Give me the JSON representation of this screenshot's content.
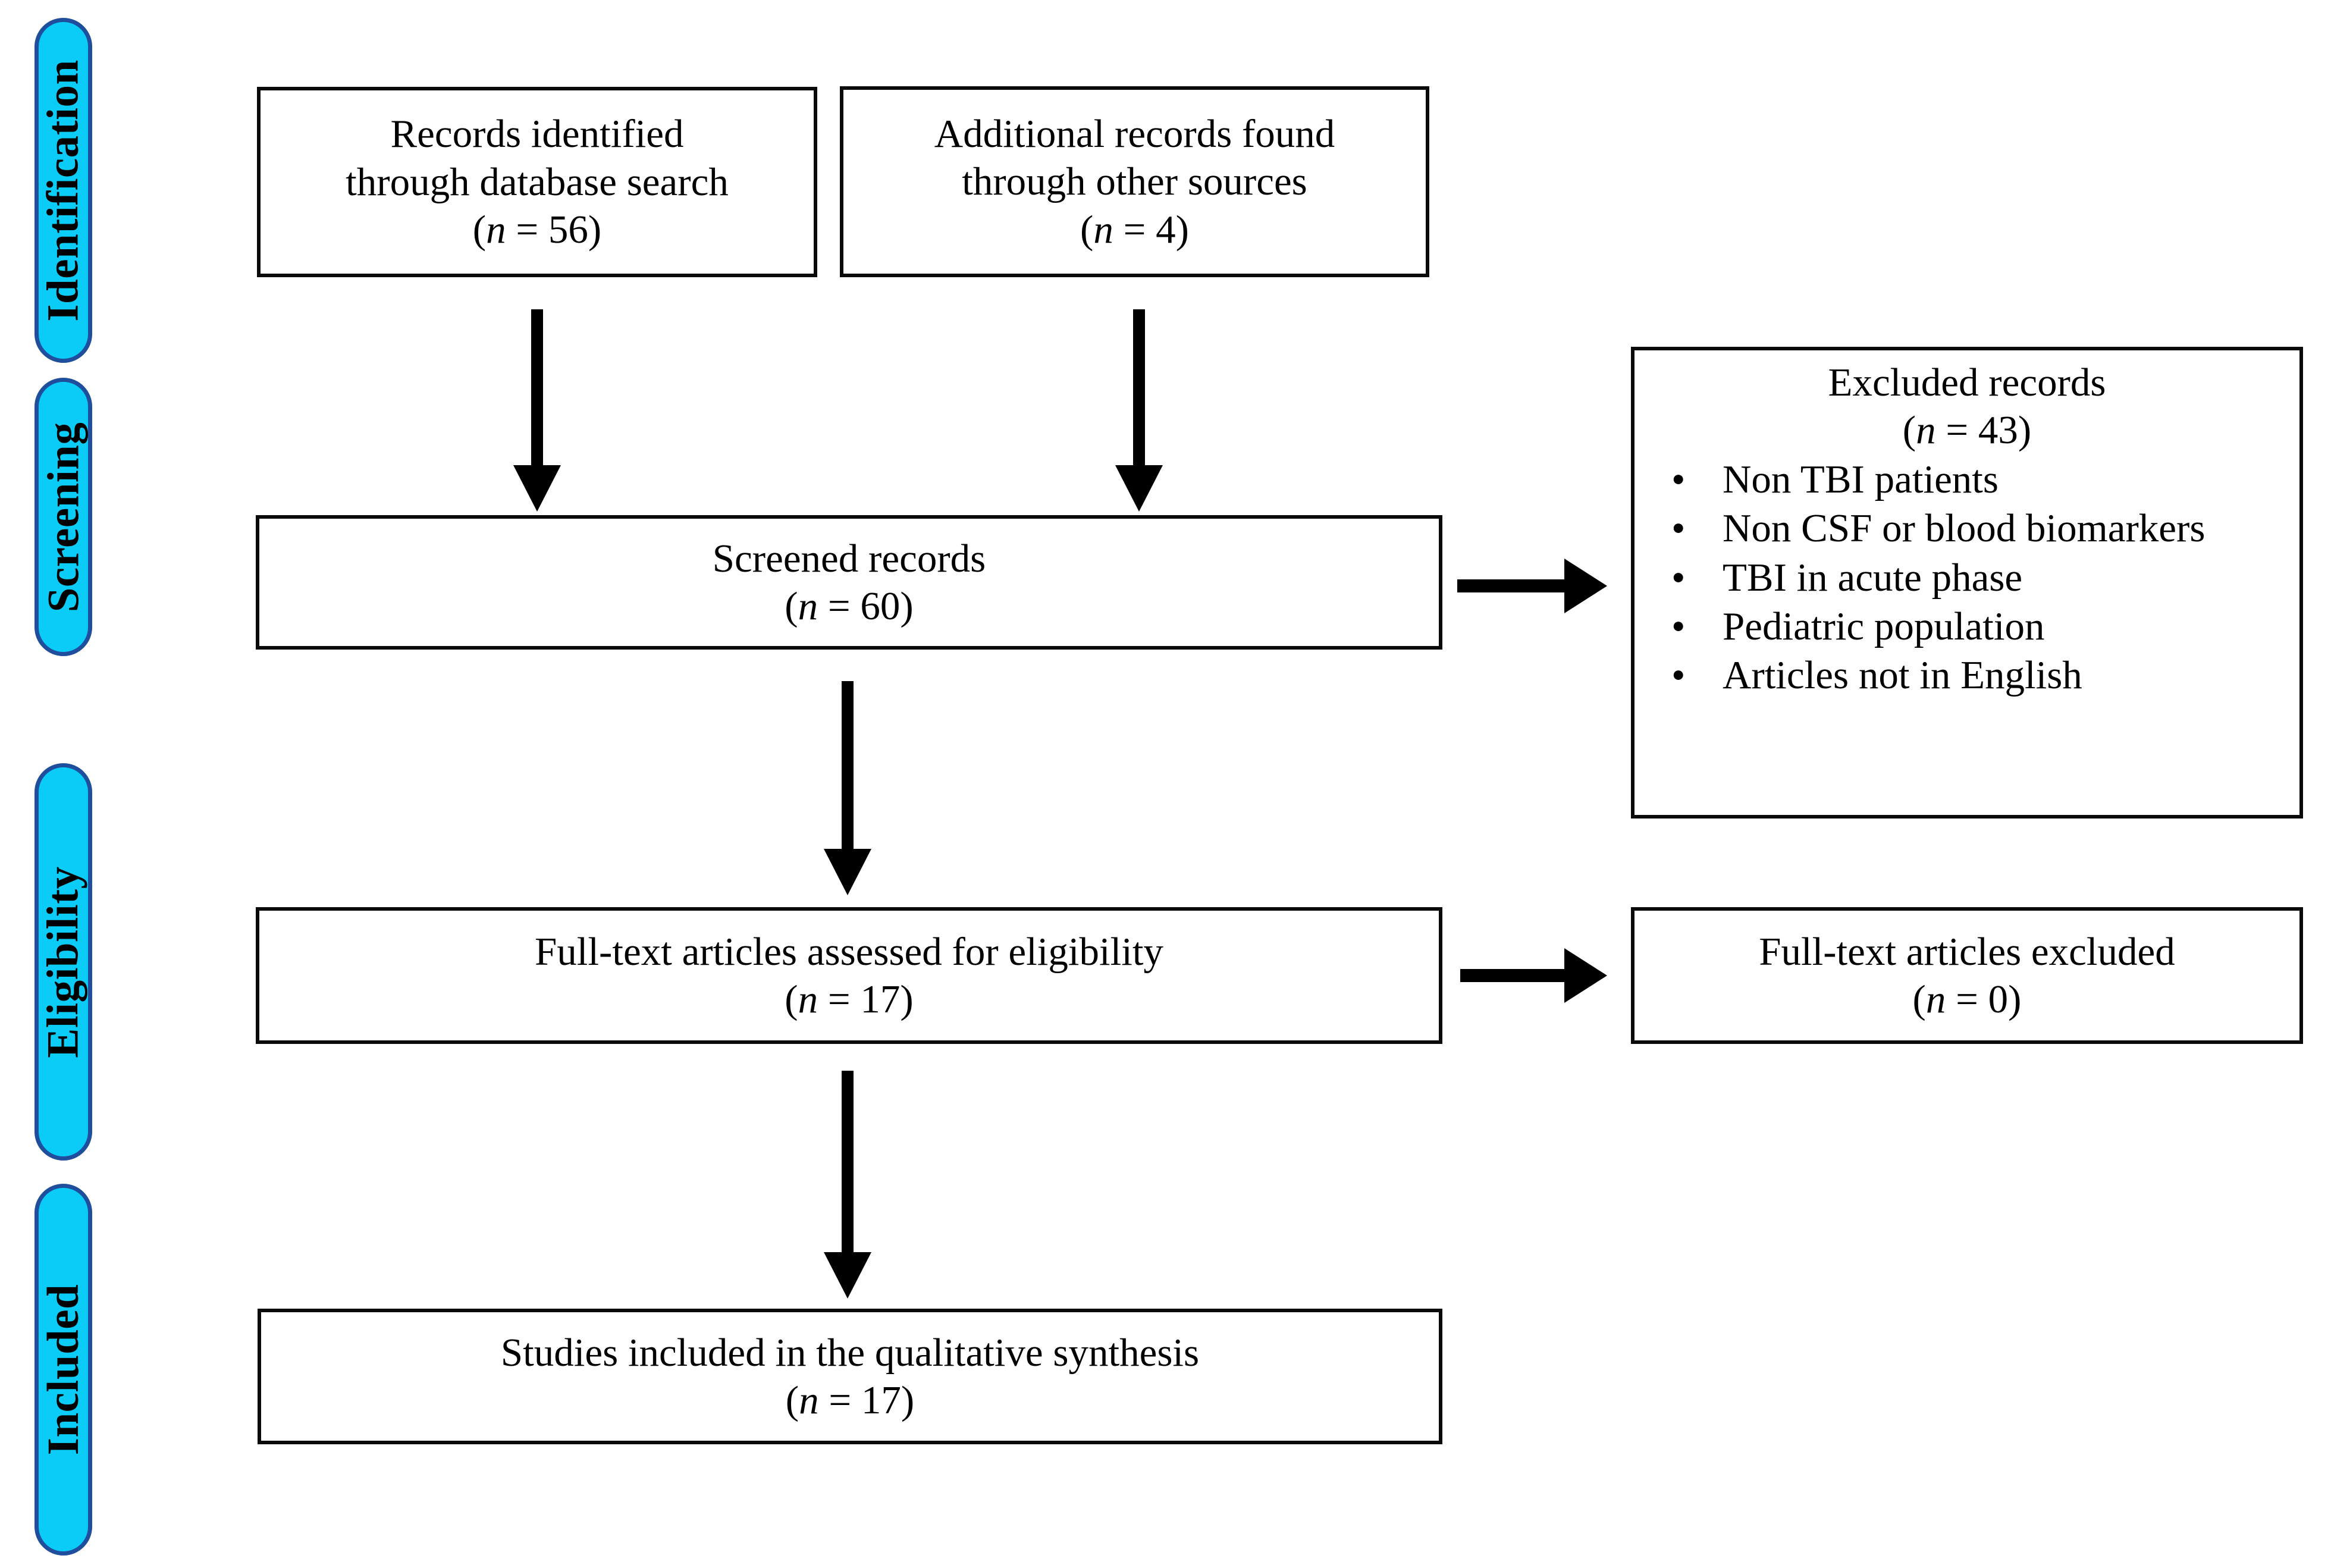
{
  "diagram": {
    "type": "prisma-flow-diagram",
    "colors": {
      "stage_fill": "#0ACCF7",
      "stage_border": "#1F4E9C",
      "box_border": "#0A0A0A",
      "box_fill": "#FFFFFF",
      "arrow": "#000000",
      "text": "#000000"
    }
  },
  "stages": [
    {
      "id": "identification",
      "label": "Identification"
    },
    {
      "id": "screening",
      "label": "Screening"
    },
    {
      "id": "eligibility",
      "label": "Eligibility"
    },
    {
      "id": "included",
      "label": "Included"
    }
  ],
  "boxes": {
    "records_db": {
      "line1": "Records identified",
      "line2": "through database search",
      "count_prefix": "(",
      "count_n": "n",
      "count_eq": " = ",
      "count_value": "56",
      "count_suffix": ")"
    },
    "records_other": {
      "line1": "Additional records found",
      "line2": "through other sources",
      "count_prefix": "(",
      "count_n": "n",
      "count_eq": " = ",
      "count_value": "4",
      "count_suffix": ")"
    },
    "screened": {
      "line1": "Screened records",
      "count_prefix": "(",
      "count_n": "n",
      "count_eq": " = ",
      "count_value": "60",
      "count_suffix": ")"
    },
    "excluded_records": {
      "heading": "Excluded records",
      "count_prefix": "(",
      "count_n": "n",
      "count_eq": " = ",
      "count_value": "43",
      "count_suffix": ")",
      "bullet_glyph": "•",
      "reasons": [
        "Non TBI patients",
        "Non CSF or blood biomarkers",
        "TBI in acute phase",
        "Pediatric population",
        "Articles not in English"
      ]
    },
    "fulltext_assessed": {
      "line1": "Full-text articles assessed for eligibility",
      "count_prefix": "(",
      "count_n": "n",
      "count_eq": " = ",
      "count_value": "17",
      "count_suffix": ")"
    },
    "fulltext_excluded": {
      "line1": "Full-text articles excluded",
      "count_prefix": "(",
      "count_n": "n",
      "count_eq": " = ",
      "count_value": "0",
      "count_suffix": ")"
    },
    "included_studies": {
      "line1": "Studies included in the qualitative synthesis",
      "count_prefix": "(",
      "count_n": "n",
      "count_eq": " = ",
      "count_value": "17",
      "count_suffix": ")"
    }
  },
  "arrows": [
    {
      "id": "db-to-screened",
      "direction": "down"
    },
    {
      "id": "other-to-screened",
      "direction": "down"
    },
    {
      "id": "screened-to-excluded",
      "direction": "right"
    },
    {
      "id": "screened-to-fulltext",
      "direction": "down"
    },
    {
      "id": "fulltext-to-excluded",
      "direction": "right"
    },
    {
      "id": "fulltext-to-included",
      "direction": "down"
    }
  ]
}
